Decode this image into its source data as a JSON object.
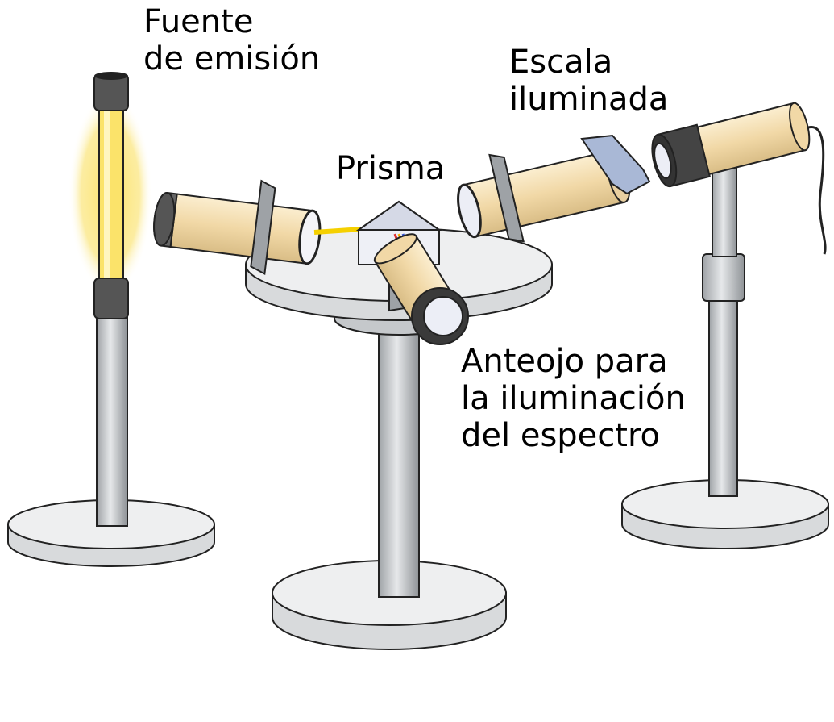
{
  "labels": {
    "source": [
      "Fuente",
      "de emisión"
    ],
    "scale": [
      "Escala",
      "iluminada"
    ],
    "prism": "Prisma",
    "telescope": [
      "Anteojo para",
      "la iluminación",
      "del espectro"
    ]
  },
  "colors": {
    "glow": "#fbe36a",
    "tube": "#f3dcae",
    "metal": "#c9cccf",
    "base": "#eeeff0",
    "dark": "#4a4a4a",
    "beam": "#f5d000"
  }
}
